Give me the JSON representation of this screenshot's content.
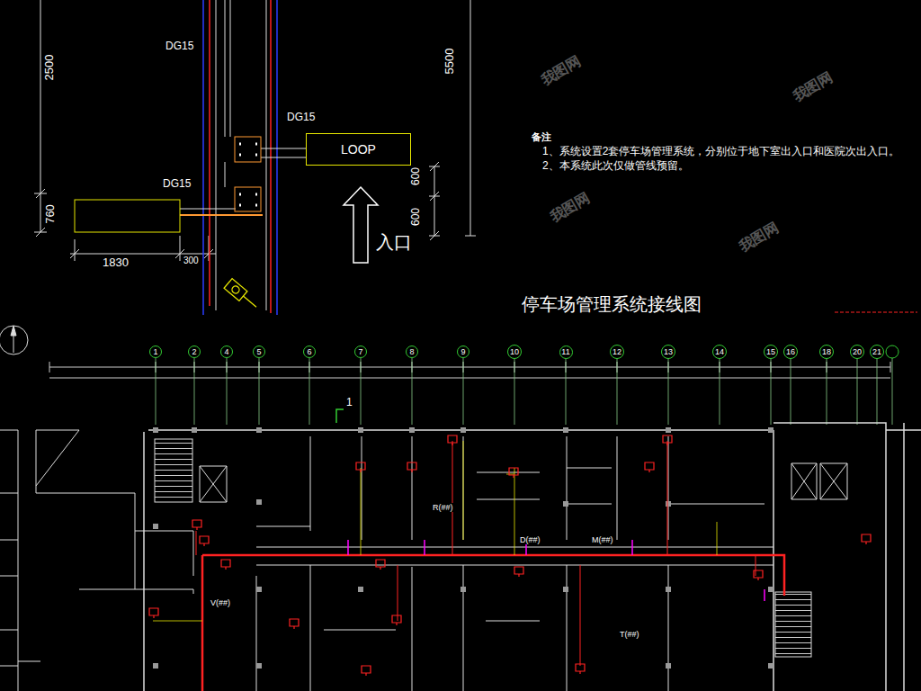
{
  "diagram": {
    "title": "停车场管理系统接线图",
    "nodes": [
      {
        "text": [
          "LOOP"
        ]
      },
      {
        "text": [
          "1"
        ]
      },
      {
        "text": [
          "2"
        ]
      },
      {
        "text": [
          "4"
        ]
      },
      {
        "text": [
          "5"
        ]
      },
      {
        "text": [
          "6"
        ]
      },
      {
        "text": [
          "7"
        ]
      },
      {
        "text": [
          "8"
        ]
      },
      {
        "text": [
          "9"
        ]
      },
      {
        "text": [
          "10"
        ]
      },
      {
        "text": [
          "11"
        ]
      },
      {
        "text": [
          "12"
        ]
      },
      {
        "text": [
          "13"
        ]
      },
      {
        "text": [
          "14"
        ]
      },
      {
        "text": [
          "15"
        ]
      },
      {
        "text": [
          "16"
        ]
      },
      {
        "text": [
          "18"
        ]
      },
      {
        "text": [
          "20"
        ]
      },
      {
        "text": [
          "21"
        ]
      }
    ],
    "labels": [
      "2500",
      "760",
      "1830",
      "300",
      "DG15",
      "DG15",
      "DG15",
      "5500",
      "600",
      "600",
      "入口",
      "备注",
      "1、系统设置2套停车场管理系统，分别位于地下室出入口和医院次出入口。",
      "2、本系统此次仅做管线预留。",
      "1",
      "R(##)",
      "D(##)",
      "M(##)",
      "V(##)",
      "T(##)",
      "我图网",
      "我图网",
      "我图网",
      "我图网"
    ]
  }
}
